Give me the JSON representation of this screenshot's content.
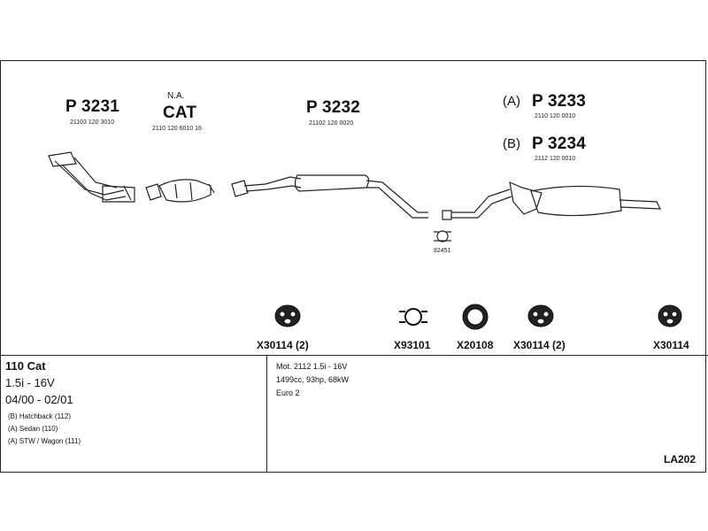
{
  "parts": {
    "p3231": {
      "code": "P 3231",
      "number": "21103 120 3010"
    },
    "cat": {
      "note": "N.A.",
      "code": "CAT",
      "number": "2110 120 6010 16"
    },
    "p3232": {
      "code": "P 3232",
      "number": "21102 120 0020"
    },
    "p3233": {
      "variant": "(A)",
      "code": "P 3233",
      "number": "2110 120 0010"
    },
    "p3234": {
      "variant": "(B)",
      "code": "P 3234",
      "number": "2112 120 0010"
    },
    "clamp": {
      "number": "82451"
    }
  },
  "fittings": [
    {
      "code": "X30114 (2)",
      "icon": "rubber-hanger-icon"
    },
    {
      "code": "X93101",
      "icon": "clamp-icon"
    },
    {
      "code": "X20108",
      "icon": "gasket-ring-icon"
    },
    {
      "code": "X30114 (2)",
      "icon": "rubber-hanger-icon"
    },
    {
      "code": "X30114",
      "icon": "rubber-hanger-icon"
    }
  ],
  "vehicle": {
    "model": "110 Cat",
    "engine": "1.5i - 16V",
    "years": "04/00 - 02/01",
    "variants": [
      "(B) Hatchback (112)",
      "(A) Sedan (110)",
      "(A) STW / Wagon (111)"
    ]
  },
  "engine_info": {
    "lines": [
      "Mot. 2112 1.5i - 16V",
      "1499cc, 93hp, 68kW",
      "Euro 2"
    ]
  },
  "diagram_code": "LA202"
}
